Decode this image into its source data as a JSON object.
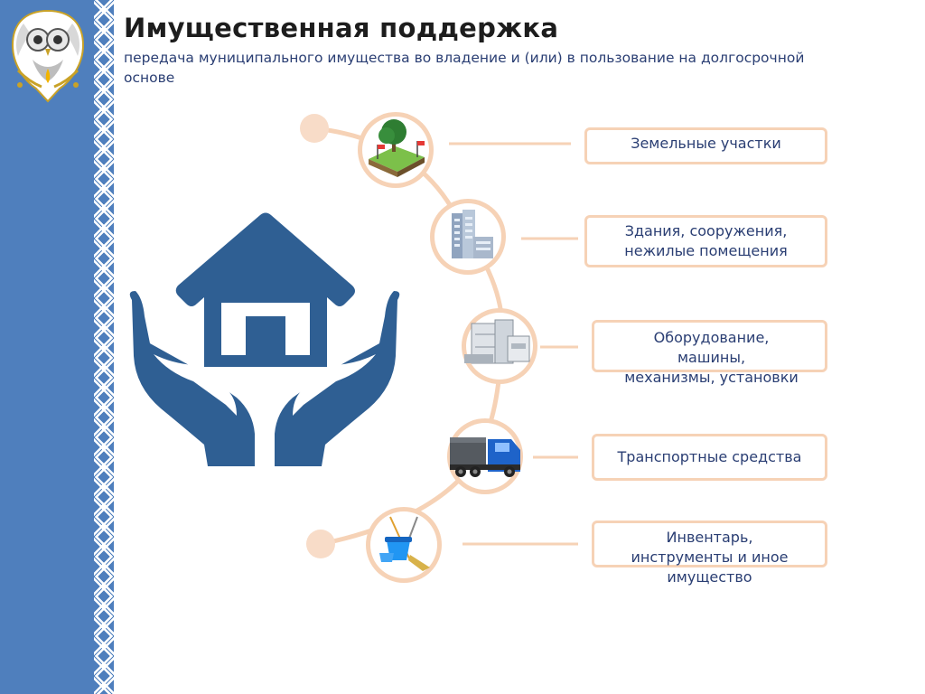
{
  "header": {
    "title": "Имущественная поддержка",
    "subtitle": "передача муниципального имущества во владение и (или) в пользование на долгосрочной основе"
  },
  "items": [
    {
      "label_lines": [
        "Земельные участки"
      ],
      "icon": "land-plot-icon"
    },
    {
      "label_lines": [
        "Здания, сооружения,",
        "нежилые помещения"
      ],
      "icon": "building-icon"
    },
    {
      "label_lines": [
        "Оборудование,",
        "машины,",
        "механизмы, установки"
      ],
      "icon": "equipment-icon"
    },
    {
      "label_lines": [
        "Транспортные средства"
      ],
      "icon": "truck-icon"
    },
    {
      "label_lines": [
        "Инвентарь,",
        "инструменты и иное",
        "имущество"
      ],
      "icon": "inventory-icon"
    }
  ],
  "colors": {
    "sidebar": "#4f7fbd",
    "accent_peach": "#f6d2b6",
    "house_hands": "#2f5f93",
    "text_dark_blue": "#2a3e73"
  }
}
